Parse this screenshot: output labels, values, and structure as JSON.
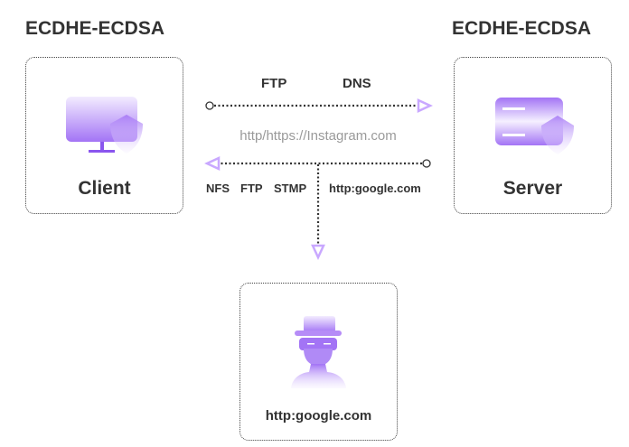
{
  "titles": {
    "left": "ECDHE-ECDSA",
    "right": "ECDHE-ECDSA"
  },
  "nodes": {
    "client": "Client",
    "server": "Server",
    "attacker": "http:google.com"
  },
  "top_arrow": {
    "labels": [
      "FTP",
      "DNS"
    ]
  },
  "middle_text": "http/https://Instagram.com",
  "bottom_arrow": {
    "labels": [
      "NFS",
      "FTP",
      "STMP",
      "http:google.com"
    ]
  },
  "colors": {
    "accent": "#a374f5",
    "text": "#333333",
    "muted": "#9a9a9a"
  }
}
